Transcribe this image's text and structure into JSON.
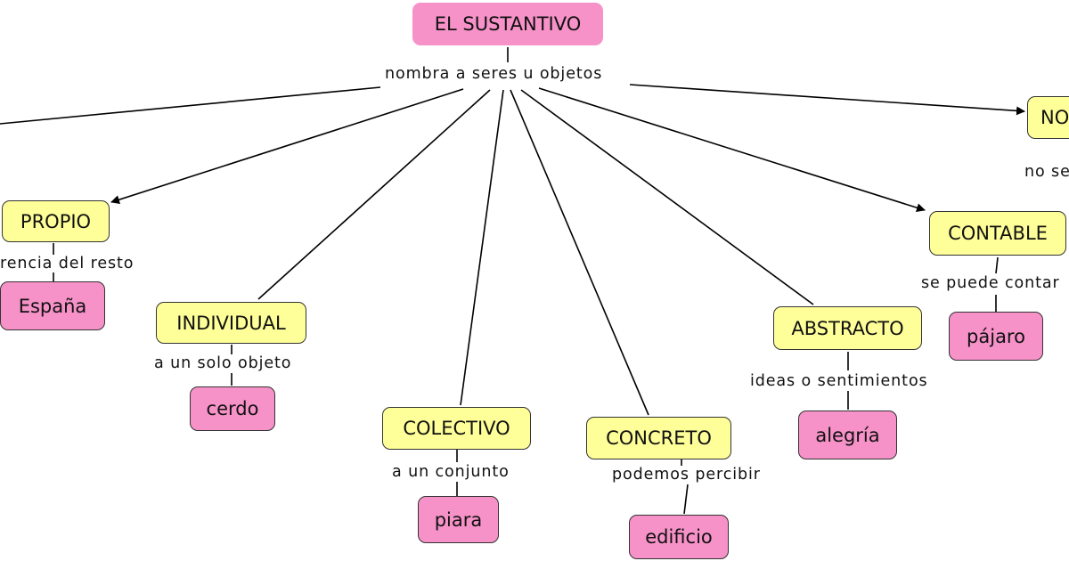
{
  "map": {
    "root": "EL SUSTANTIVO",
    "root_link": "nombra a seres u objetos",
    "categories": [
      {
        "id": "propio",
        "label": "PROPIO",
        "link": "rencia del resto",
        "example": "España"
      },
      {
        "id": "individual",
        "label": "INDIVIDUAL",
        "link": "a un solo objeto",
        "example": "cerdo"
      },
      {
        "id": "colectivo",
        "label": "COLECTIVO",
        "link": "a un conjunto",
        "example": "piara"
      },
      {
        "id": "concreto",
        "label": "CONCRETO",
        "link": "podemos percibir",
        "example": "edificio"
      },
      {
        "id": "abstracto",
        "label": "ABSTRACTO",
        "link": "ideas o sentimientos",
        "example": "alegría"
      },
      {
        "id": "contable",
        "label": "CONTABLE",
        "link": "se puede contar",
        "example": "pájaro"
      },
      {
        "id": "no-contable",
        "label": "NO",
        "link": "no se"
      }
    ]
  },
  "colors": {
    "category_fill": "#ffff99",
    "example_fill": "#f692c8",
    "root_fill": "#f692c8",
    "line": "#000000"
  }
}
